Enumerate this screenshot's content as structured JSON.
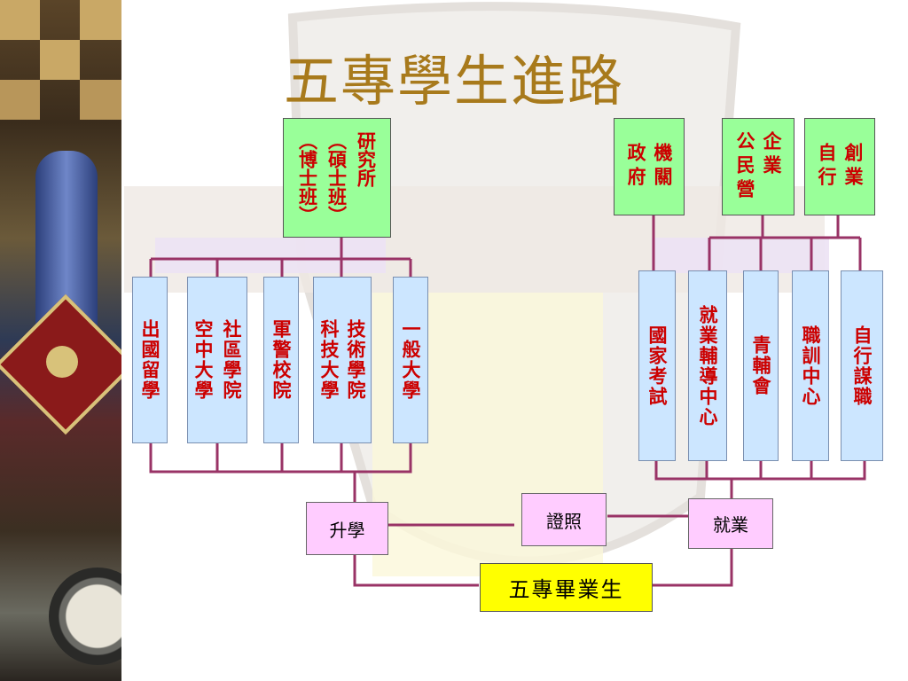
{
  "title": "五專學生進路",
  "top_boxes": {
    "research": "研究所\n（碩士班）\n（博士班）",
    "government": "機關\n政府",
    "enterprise": "企業\n公民營",
    "self_employed": "創業\n自行"
  },
  "study_paths": {
    "study_abroad": "出國留學",
    "community_air": "社區學院\n空中大學",
    "military": "軍警校院",
    "tech": "技術學院\n科技大學",
    "general_univ": "一般大學"
  },
  "work_paths": {
    "national_exam": "國家考試",
    "employment_center": "就業輔導中心",
    "youth_counsel": "青輔會",
    "vocational_center": "職訓中心",
    "self_job": "自行謀職"
  },
  "nodes": {
    "further_study": "升學",
    "certificate": "證照",
    "employment": "就業",
    "graduate": "五專畢業生"
  },
  "colors": {
    "title": "#a87a1c",
    "green_box": "#99ff99",
    "blue_box": "#cce6ff",
    "pink_box": "#ffccff",
    "yellow_box": "#ffff00",
    "line": "#993366",
    "text_red": "#cc0000"
  }
}
